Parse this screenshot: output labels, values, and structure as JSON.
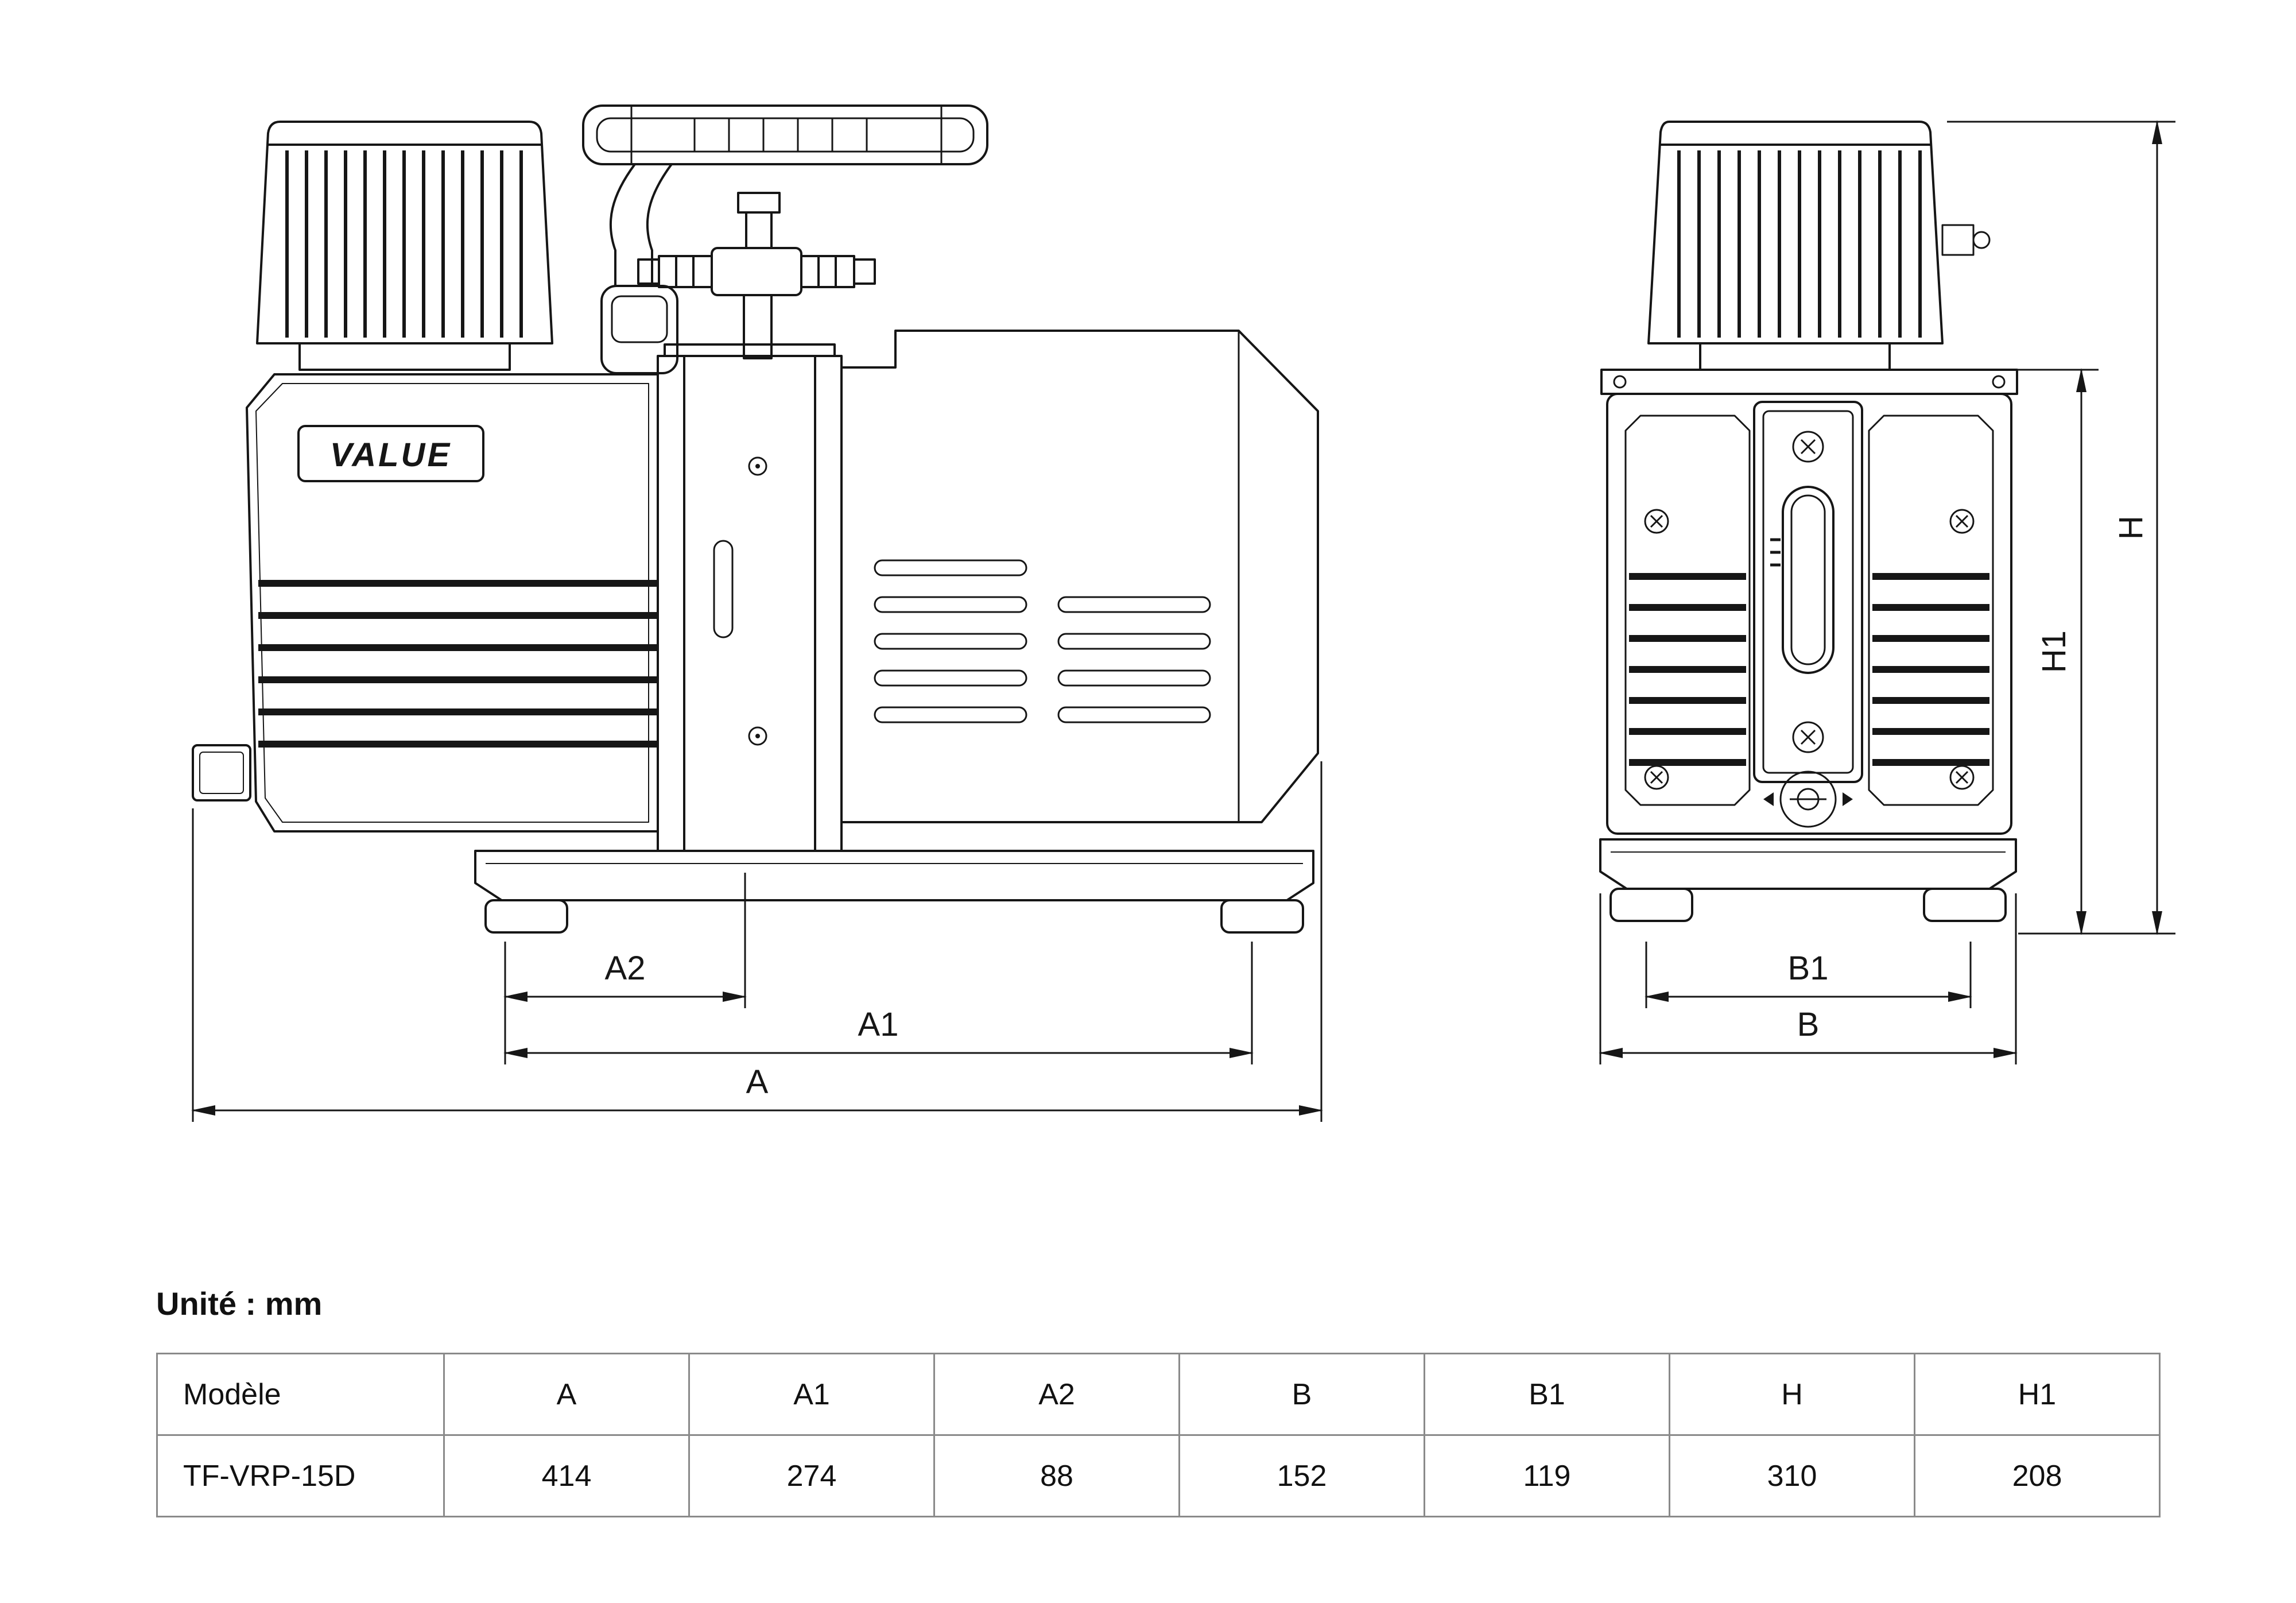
{
  "unit_label": "Unité : mm",
  "brand": "VALUE",
  "dim_labels": {
    "A": "A",
    "A1": "A1",
    "A2": "A2",
    "B": "B",
    "B1": "B1",
    "H": "H",
    "H1": "H1"
  },
  "table": {
    "headers": [
      "Modèle",
      "A",
      "A1",
      "A2",
      "B",
      "B1",
      "H",
      "H1"
    ],
    "rows": [
      [
        "TF-VRP-15D",
        "414",
        "274",
        "88",
        "152",
        "119",
        "310",
        "208"
      ]
    ]
  }
}
